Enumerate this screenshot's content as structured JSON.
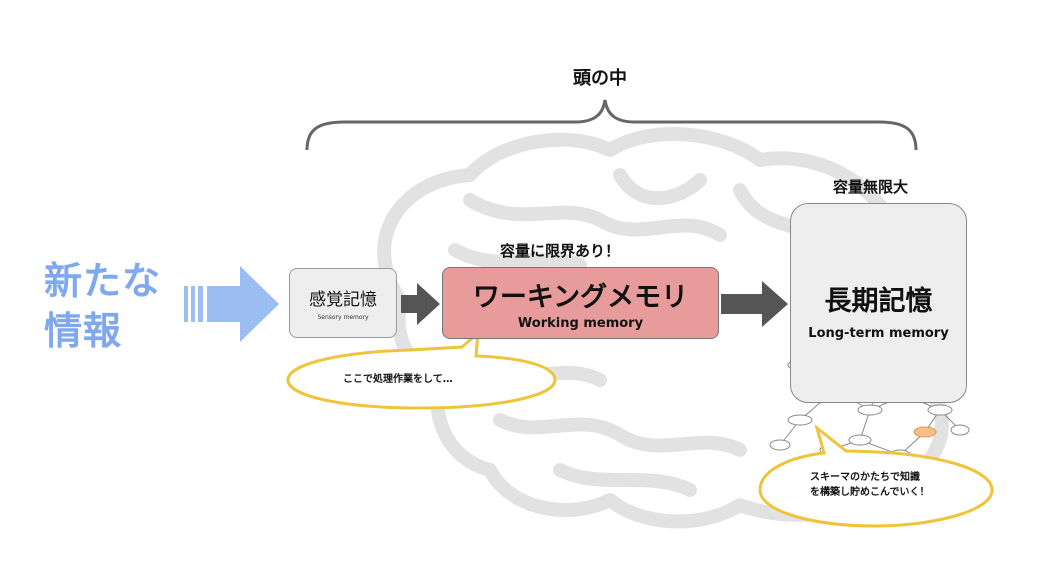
{
  "diagram": {
    "title": "頭の中",
    "incoming_line1": "新たな",
    "incoming_line2": "情報",
    "sensory": {
      "label": "感覚記憶",
      "sublabel": "Sensory memory"
    },
    "working": {
      "caption": "容量に限界あり！",
      "label": "ワーキングメモリ",
      "sublabel": "Working memory"
    },
    "longterm": {
      "caption": "容量無限大",
      "label": "長期記憶",
      "sublabel": "Long-term memory"
    },
    "bubble_left": "ここで処理作業をして…",
    "bubble_right_line1": "スキーマのかたちで知識",
    "bubble_right_line2": "を構築し貯めこんでいく！"
  },
  "colors": {
    "incoming_text": "#7fa8ef",
    "input_arrow": "#9bbdf2",
    "working_box": "#e79b9b",
    "box_gray": "#eeeeee",
    "flow_arrow": "#555555",
    "bubble_border": "#f0c43a",
    "highlight_node": "#f6c08a"
  }
}
